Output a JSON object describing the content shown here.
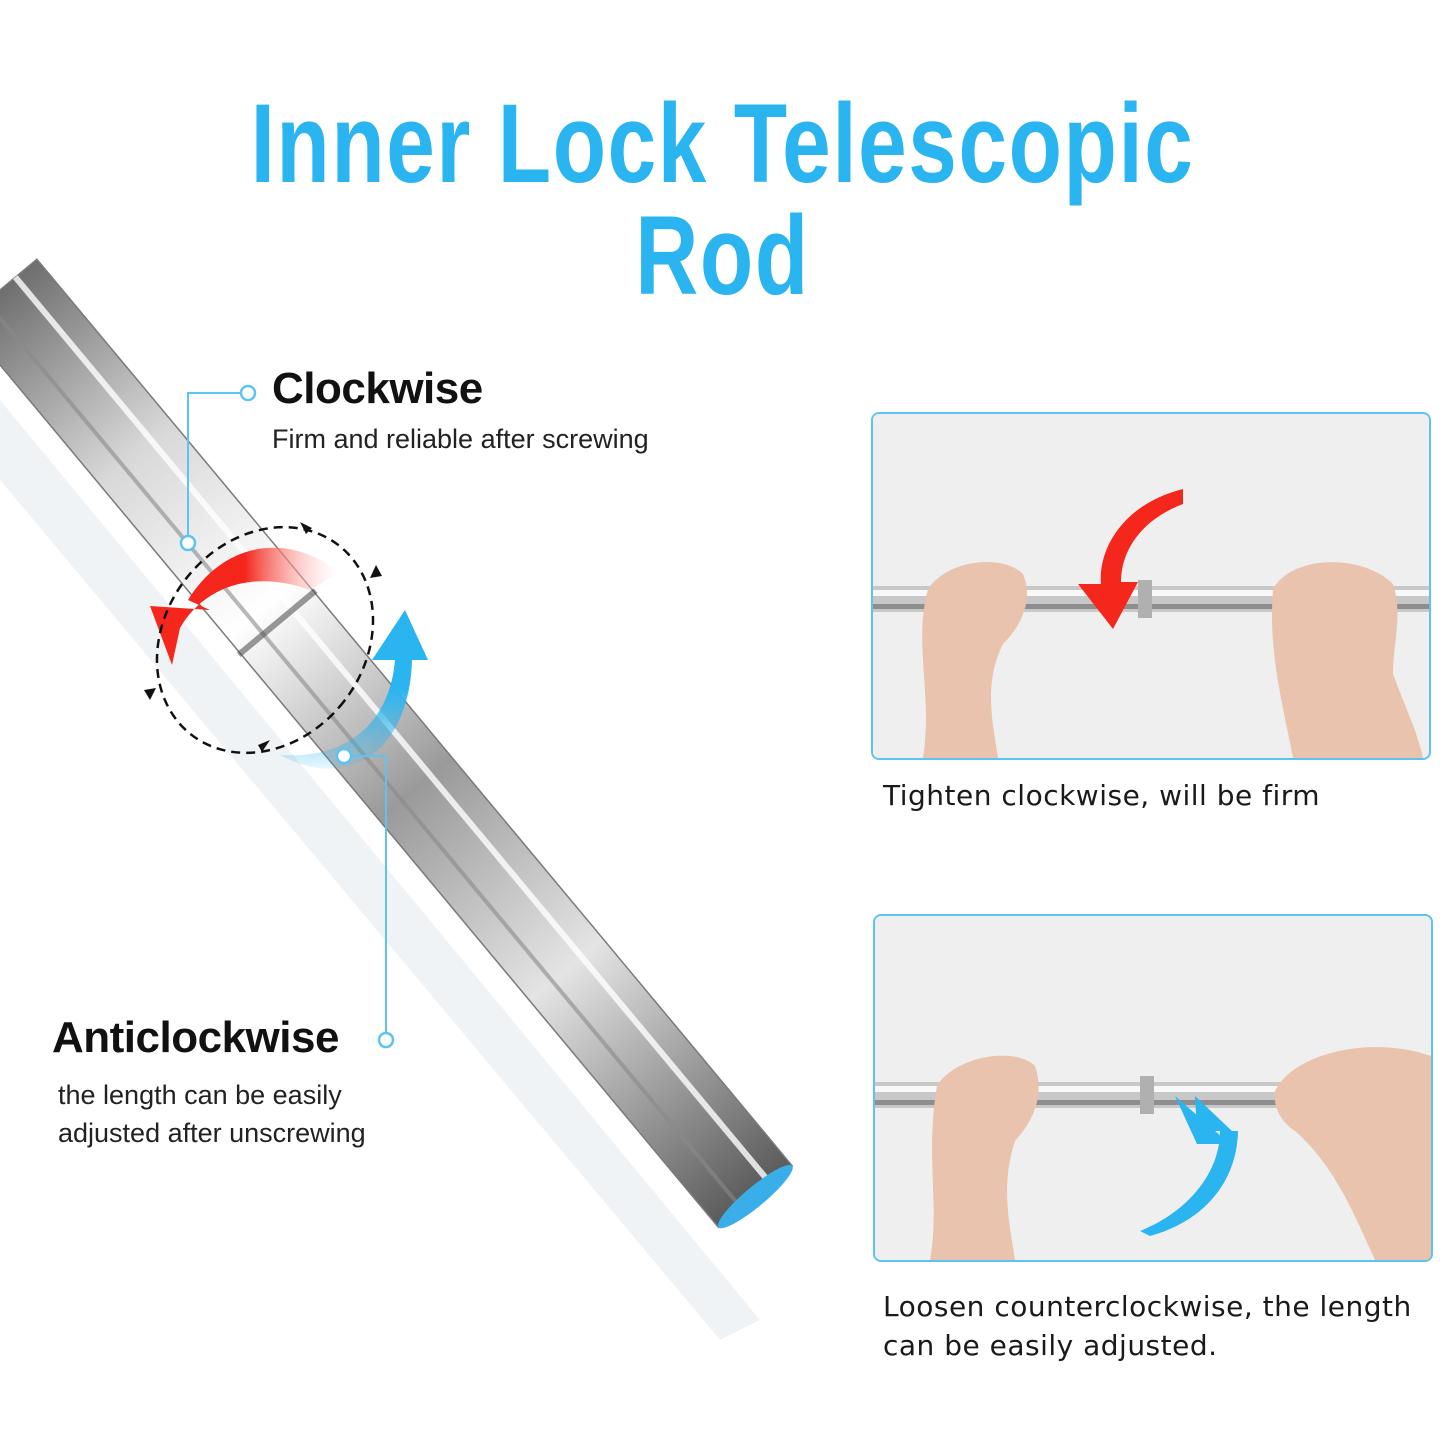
{
  "title": "Inner Lock Telescopic Rod",
  "colors": {
    "accent_blue": "#2ab4f0",
    "arrow_red": "#f5261c",
    "callout_blue": "#5cc3f2"
  },
  "callouts": {
    "clockwise": {
      "heading": "Clockwise",
      "text": "Firm and reliable after screwing"
    },
    "anticlockwise": {
      "heading": "Anticlockwise",
      "line1": "the length can be easily",
      "line2": "adjusted after unscrewing"
    }
  },
  "panels": [
    {
      "caption": "Tighten clockwise, will be firm"
    },
    {
      "caption_line1": "Loosen counterclockwise, the length",
      "caption_line2": "can be easily adjusted."
    }
  ]
}
